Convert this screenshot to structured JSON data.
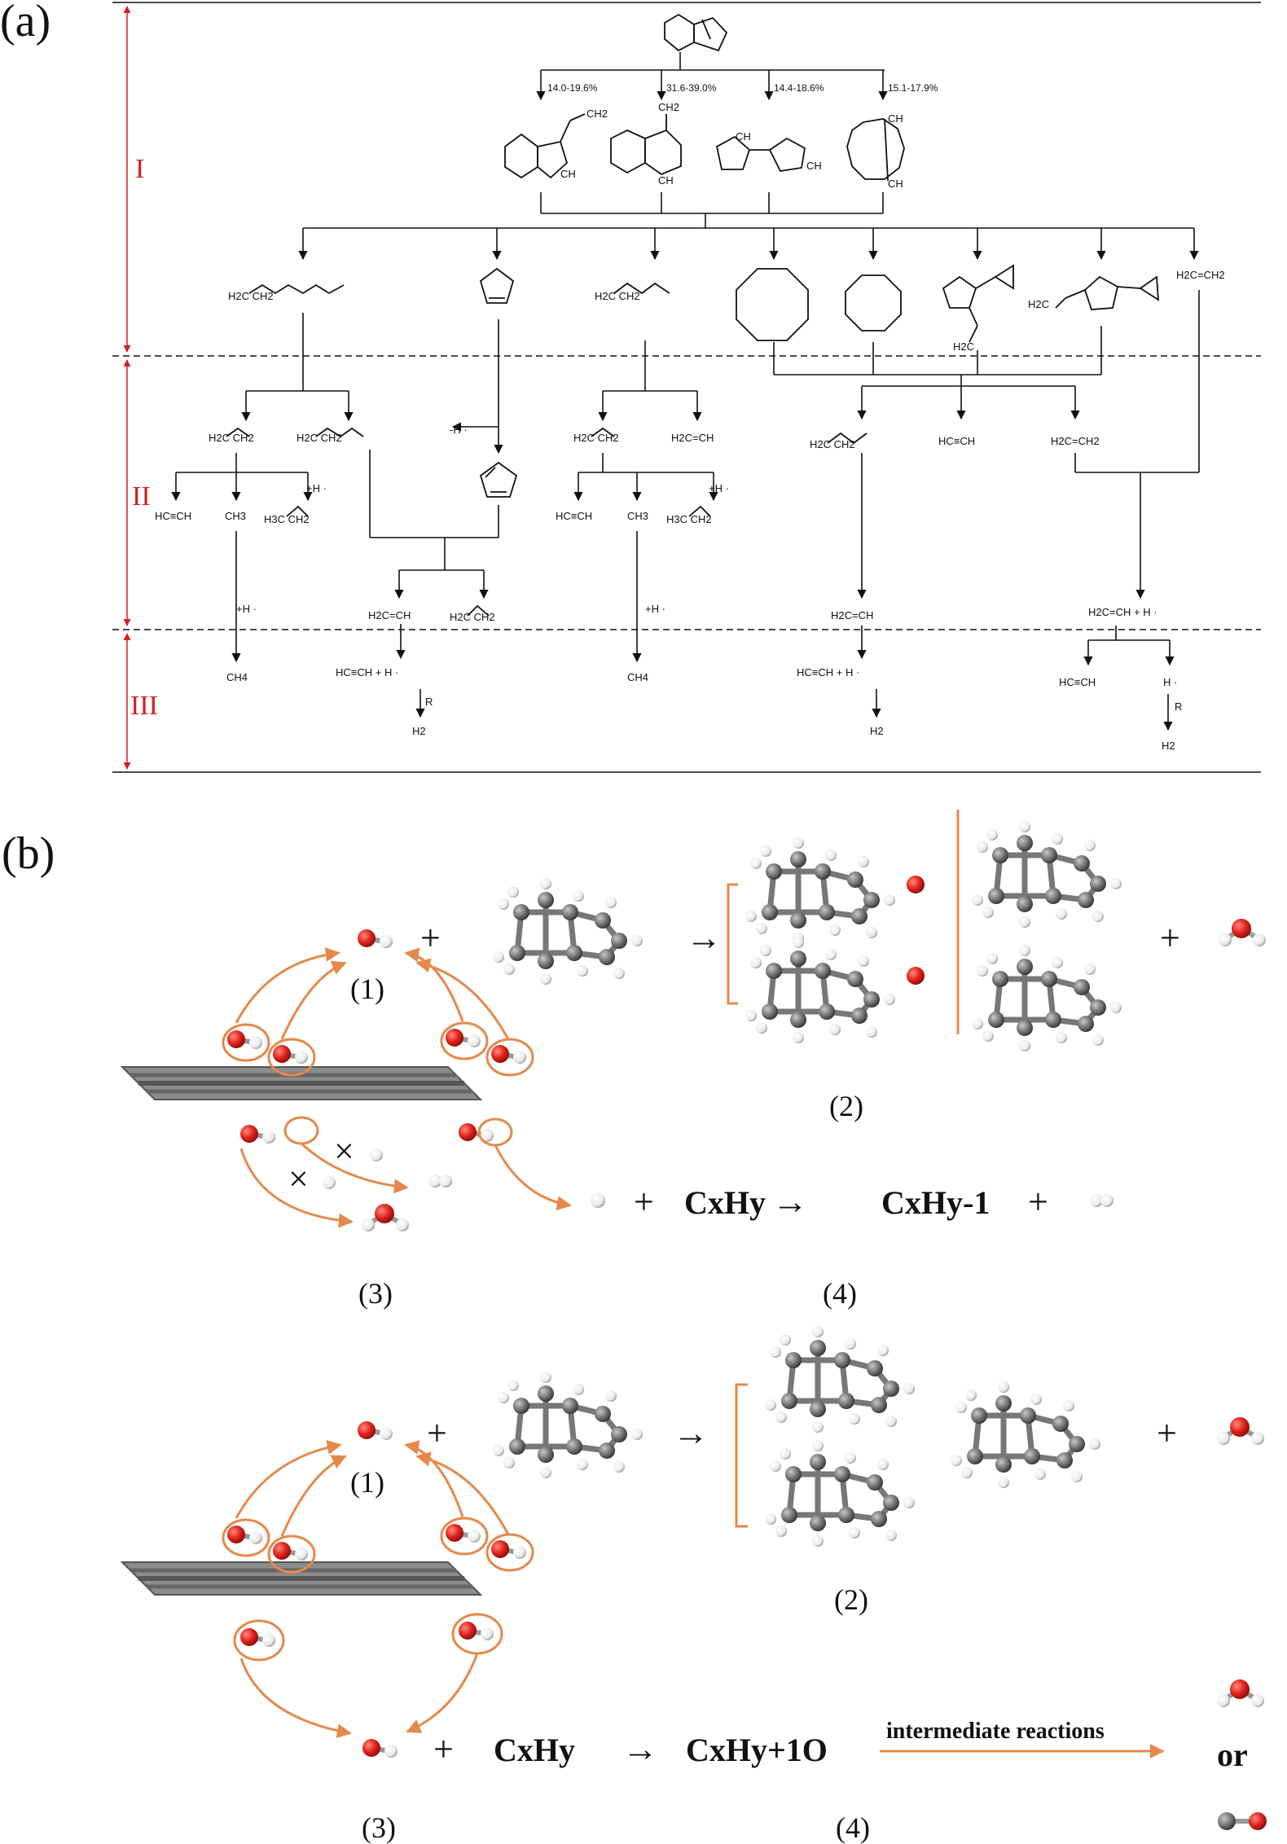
{
  "panel_a": {
    "label": "(a)",
    "stages": [
      "I",
      "II",
      "III"
    ],
    "percentages": [
      "14.0-19.6%",
      "31.6-39.0%",
      "14.4-18.6%",
      "15.1-17.9%"
    ],
    "radical_labels": {
      "ch2": "CH2",
      "ch2dot": "CH2",
      "chdot": "CH",
      "r1": "CH",
      "r2": "CH",
      "r3": "CH",
      "r4": "CH",
      "r5": "CH",
      "r6": "CH"
    },
    "stage1_products": {
      "diene": "H2C      CH2",
      "butadiene": "H2C      CH2",
      "vinylcp_lbl": "H2C",
      "vinylcp2_lbl": "H2C",
      "ethene": "H2C=CH2"
    },
    "stage2": {
      "allyl_left": "H2C      CH2",
      "pentadienyl": "H2C      CH2",
      "minus_h": "-H ·",
      "acetylene_1": "HC≡CH",
      "methyl_1": "CH3",
      "plus_h_1": "+H ·",
      "propene_1": "H3C      CH2",
      "allyl_mid": "H2C      CH2",
      "vinyl_mid": "H2C=CH",
      "acetylene_2": "HC≡CH",
      "methyl_2": "CH3",
      "plus_h_2": "+H ·",
      "propene_2": "H3C      CH2",
      "butadiene_2": "H2C      CH2",
      "acetylene_3": "HC≡CH",
      "ethene_2": "H2C=CH2",
      "vinyl_left": "H2C=CH",
      "propene_3": "H2C      CH2",
      "plus_h_3": "+H ·",
      "plus_h_4": "+H ·",
      "vinyl_right1": "H2C=CH",
      "vinyl_right2": "H2C=CH + H ·"
    },
    "stage3": {
      "ch4_1": "CH4",
      "acet_h_1": "HC≡CH  +  H ·",
      "r_1": "R",
      "h2_1": "H2",
      "ch4_2": "CH4",
      "acet_h_2": "HC≡CH  +  H ·",
      "h2_2": "H2",
      "acet_3": "HC≡CH",
      "h_3": "H ·",
      "r_2": "R",
      "h2_3": "H2"
    }
  },
  "panel_b": {
    "label": "(b)",
    "upper": {
      "step1": "(1)",
      "step2": "(2)",
      "step3": "(3)",
      "step4": "(4)",
      "plus": "+",
      "arrow": "→",
      "cross": "×",
      "reactant": "CxHy",
      "product": "CxHy-1"
    },
    "lower": {
      "step1": "(1)",
      "step2": "(2)",
      "step3": "(3)",
      "step4": "(4)",
      "plus": "+",
      "arrow": "→",
      "reactant": "CxHy",
      "product": "CxHy+1O",
      "intermediate": "intermediate reactions",
      "or": "or"
    }
  },
  "colors": {
    "oxygen": "#e0231b",
    "carbon": "#6f6f6f",
    "hydrogen": "#f2f2f2",
    "arrow_orange": "#e5894a",
    "stage_red": "#d42020",
    "text": "#111111"
  }
}
